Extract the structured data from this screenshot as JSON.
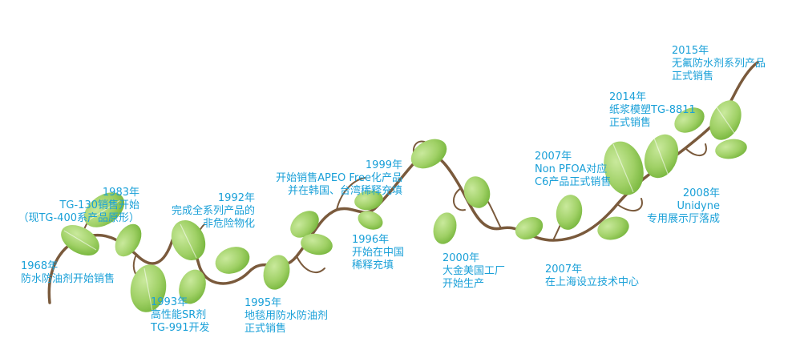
{
  "milestones": [
    {
      "id": "m1968",
      "year": "1968年",
      "lines": [
        "防水防油剂开始销售"
      ]
    },
    {
      "id": "m1983",
      "year": "1983年",
      "lines": [
        "TG-130销售开始",
        "（现TG-400系产品原形）"
      ]
    },
    {
      "id": "m1992",
      "year": "1992年",
      "lines": [
        "完成全系列产品的",
        "非危险物化"
      ]
    },
    {
      "id": "m1993",
      "year": "1993年",
      "lines": [
        "高性能SR剂",
        "TG-991开发"
      ]
    },
    {
      "id": "m1995",
      "year": "1995年",
      "lines": [
        "地毯用防水防油剂",
        "正式销售"
      ]
    },
    {
      "id": "m1999",
      "year": "1999年",
      "lines": [
        "开始销售APEO Free化产品",
        "并在韩国、台湾稀释充填"
      ]
    },
    {
      "id": "m1996",
      "year": "1996年",
      "lines": [
        "开始在中国",
        "稀释充填"
      ]
    },
    {
      "id": "m2000",
      "year": "2000年",
      "lines": [
        "大金美国工厂",
        "开始生产"
      ]
    },
    {
      "id": "m2007a",
      "year": "2007年",
      "lines": [
        "Non PFOA对应",
        "C6产品正式销售"
      ]
    },
    {
      "id": "m2007b",
      "year": "2007年",
      "lines": [
        "在上海设立技术中心"
      ]
    },
    {
      "id": "m2008",
      "year": "2008年",
      "lines": [
        "Unidyne",
        "专用展示厅落成"
      ]
    },
    {
      "id": "m2014",
      "year": "2014年",
      "lines": [
        "纸浆模塑TG-8811",
        "正式销售"
      ]
    },
    {
      "id": "m2015",
      "year": "2015年",
      "lines": [
        "无氟防水剂系列产品",
        "正式销售"
      ]
    }
  ],
  "colors": {
    "text": "#1aa0d8",
    "vine": "#7a5a3c",
    "leaf_light": "#a8d672",
    "leaf_dark": "#7fbf3f"
  }
}
